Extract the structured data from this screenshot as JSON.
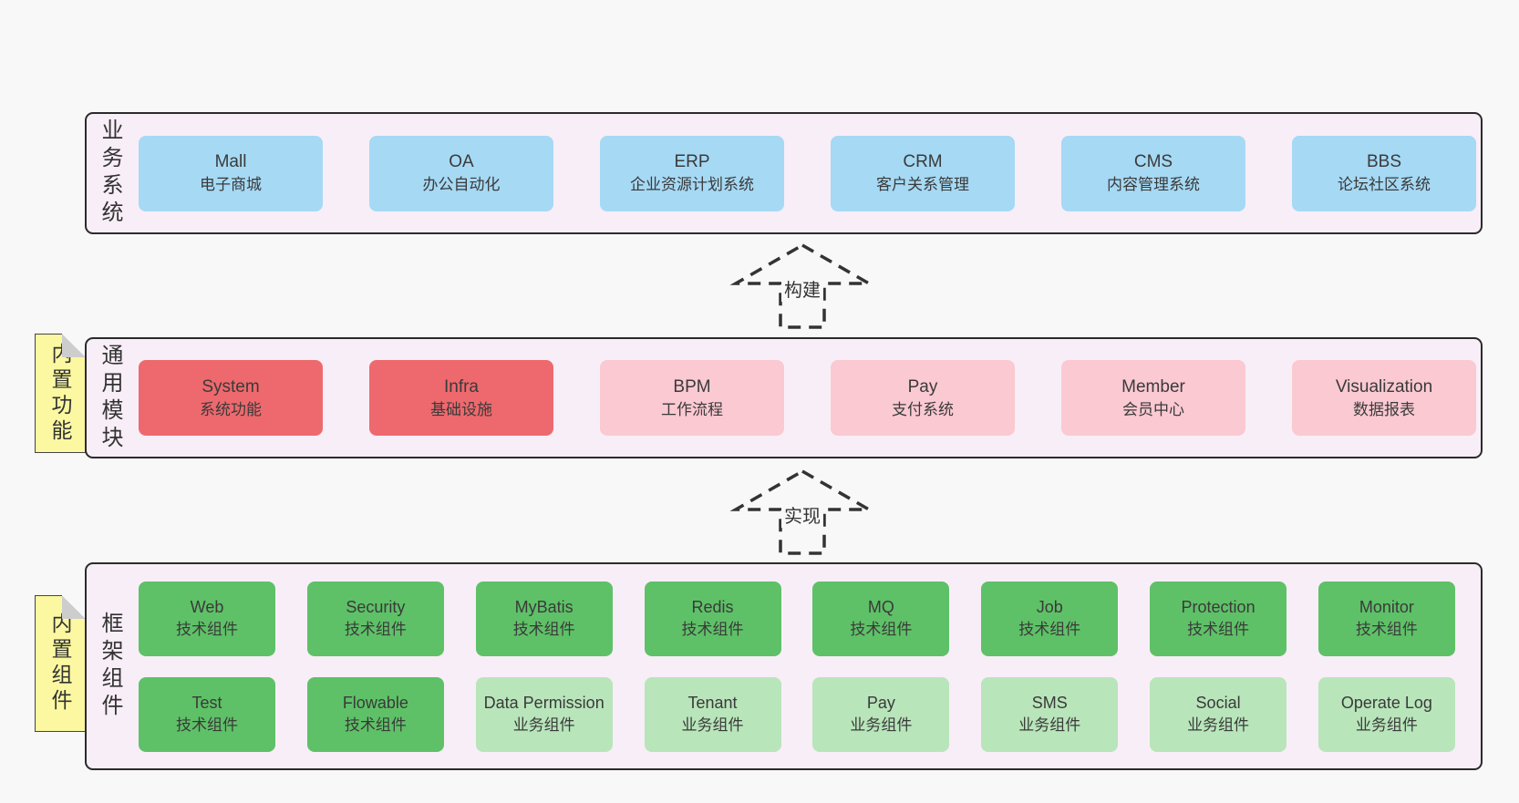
{
  "page": {
    "background": "#f8f8f8"
  },
  "colors": {
    "container_bg": "#f8eef7",
    "container_border": "#2b2b2b",
    "business_box": "#a6d9f4",
    "core_module_box": "#ee696d",
    "optional_module_box": "#fbc9d2",
    "tech_component_box": "#5ec167",
    "biz_component_box": "#b8e5ba",
    "sticky_note": "#fbf8a1"
  },
  "arrows": {
    "build_label": "构建",
    "implement_label": "实现"
  },
  "layers": {
    "business": {
      "side_label": "业务系统",
      "boxes": [
        {
          "name": "Mall",
          "desc": "电子商城",
          "variant": "blue"
        },
        {
          "name": "OA",
          "desc": "办公自动化",
          "variant": "blue"
        },
        {
          "name": "ERP",
          "desc": "企业资源计划系统",
          "variant": "blue"
        },
        {
          "name": "CRM",
          "desc": "客户关系管理",
          "variant": "blue"
        },
        {
          "name": "CMS",
          "desc": "内容管理系统",
          "variant": "blue"
        },
        {
          "name": "BBS",
          "desc": "论坛社区系统",
          "variant": "blue"
        }
      ]
    },
    "modules": {
      "side_label": "通用模块",
      "sticky_label": "内置功能",
      "boxes": [
        {
          "name": "System",
          "desc": "系统功能",
          "variant": "red"
        },
        {
          "name": "Infra",
          "desc": "基础设施",
          "variant": "red"
        },
        {
          "name": "BPM",
          "desc": "工作流程",
          "variant": "pink"
        },
        {
          "name": "Pay",
          "desc": "支付系统",
          "variant": "pink"
        },
        {
          "name": "Member",
          "desc": "会员中心",
          "variant": "pink"
        },
        {
          "name": "Visualization",
          "desc": "数据报表",
          "variant": "pink"
        }
      ]
    },
    "components": {
      "side_label": "框架组件",
      "sticky_label": "内置组件",
      "rows": [
        [
          {
            "name": "Web",
            "desc": "技术组件",
            "variant": "green"
          },
          {
            "name": "Security",
            "desc": "技术组件",
            "variant": "green"
          },
          {
            "name": "MyBatis",
            "desc": "技术组件",
            "variant": "green"
          },
          {
            "name": "Redis",
            "desc": "技术组件",
            "variant": "green"
          },
          {
            "name": "MQ",
            "desc": "技术组件",
            "variant": "green"
          },
          {
            "name": "Job",
            "desc": "技术组件",
            "variant": "green"
          },
          {
            "name": "Protection",
            "desc": "技术组件",
            "variant": "green"
          },
          {
            "name": "Monitor",
            "desc": "技术组件",
            "variant": "green"
          }
        ],
        [
          {
            "name": "Test",
            "desc": "技术组件",
            "variant": "green"
          },
          {
            "name": "Flowable",
            "desc": "技术组件",
            "variant": "green"
          },
          {
            "name": "Data Permission",
            "desc": "业务组件",
            "variant": "lightgreen"
          },
          {
            "name": "Tenant",
            "desc": "业务组件",
            "variant": "lightgreen"
          },
          {
            "name": "Pay",
            "desc": "业务组件",
            "variant": "lightgreen"
          },
          {
            "name": "SMS",
            "desc": "业务组件",
            "variant": "lightgreen"
          },
          {
            "name": "Social",
            "desc": "业务组件",
            "variant": "lightgreen"
          },
          {
            "name": "Operate Log",
            "desc": "业务组件",
            "variant": "lightgreen"
          }
        ]
      ]
    }
  }
}
